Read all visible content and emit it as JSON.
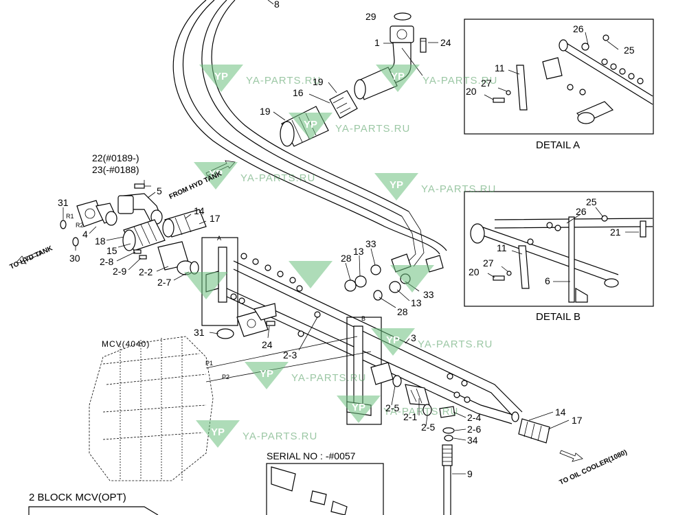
{
  "labels": {
    "l8": "8",
    "l29": "29",
    "l1": "1",
    "l24a": "24",
    "l19a": "19",
    "l16": "16",
    "l19b": "19",
    "l22": "22(#0189-)",
    "l23": "23(-#0188)",
    "l5": "5",
    "l31a": "31",
    "r1": "R1",
    "r2": "R2",
    "l4": "4",
    "l30": "30",
    "l18": "18",
    "l15": "15",
    "l2_8": "2-8",
    "l2_9": "2-9",
    "l2_2": "2-2",
    "l2_7": "2-7",
    "l14a": "14",
    "l17a": "17",
    "lA": "A",
    "l28a": "28",
    "l13a": "13",
    "l33a": "33",
    "l31b": "31",
    "l24b": "24",
    "l2_3": "2-3",
    "l33b": "33",
    "l13b": "13",
    "l28b": "28",
    "lB": "B",
    "l3": "3",
    "p1": "P1",
    "p2": "P2",
    "l2_5a": "2-5",
    "l2_1": "2-1",
    "l2_5b": "2-5",
    "l2_4": "2-4",
    "l2_6": "2-6",
    "l34": "34",
    "l9": "9",
    "l14b": "14",
    "l17b": "17",
    "dA26": "26",
    "dA25": "25",
    "dA11": "11",
    "dA27": "27",
    "dA20": "20",
    "dB25": "25",
    "dB26": "26",
    "dB21": "21",
    "dB11": "11",
    "dB27": "27",
    "dB20": "20",
    "dB6": "6"
  },
  "captions": {
    "detail_a": "DETAIL A",
    "detail_b": "DETAIL B",
    "mcv": "MCV(4040)",
    "serial": "SERIAL NO : -#0057",
    "block": "2 BLOCK MCV(OPT)"
  },
  "flow_labels": {
    "from_tank": "FROM HYD TANK",
    "to_tank": "TO HYD TANK",
    "to_cooler": "TO OIL COOLER(1080)"
  },
  "watermark": {
    "text": "YA-PARTS.RU",
    "logo_letters": "YP",
    "color": "#6cbf7d"
  }
}
